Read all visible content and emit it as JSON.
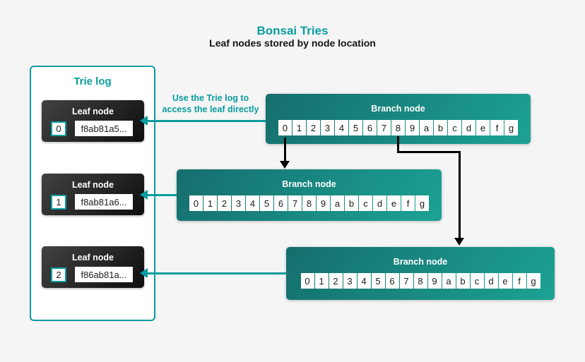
{
  "header": {
    "title": "Bonsai Tries",
    "subtitle": "Leaf nodes stored by node location"
  },
  "trie_log": {
    "title": "Trie log",
    "leaf_label": "Leaf node",
    "leaves": [
      {
        "index": "0",
        "hash": "f8ab81a5..."
      },
      {
        "index": "1",
        "hash": "f8ab81a6..."
      },
      {
        "index": "2",
        "hash": "f86ab81a..."
      }
    ]
  },
  "annotation": "Use the Trie log to access the leaf directly",
  "branches": [
    {
      "label": "Branch node",
      "cells": [
        "0",
        "1",
        "2",
        "3",
        "4",
        "5",
        "6",
        "7",
        "8",
        "9",
        "a",
        "b",
        "c",
        "d",
        "e",
        "f",
        "g"
      ]
    },
    {
      "label": "Branch node",
      "cells": [
        "0",
        "1",
        "2",
        "3",
        "4",
        "5",
        "6",
        "7",
        "8",
        "9",
        "a",
        "b",
        "c",
        "d",
        "e",
        "f",
        "g"
      ]
    },
    {
      "label": "Branch node",
      "cells": [
        "0",
        "1",
        "2",
        "3",
        "4",
        "5",
        "6",
        "7",
        "8",
        "9",
        "a",
        "b",
        "c",
        "d",
        "e",
        "f",
        "g"
      ]
    }
  ],
  "colors": {
    "accent": "#0a9c9e",
    "background": "#f5f5f6",
    "branch_top": "#156e6d",
    "branch_bottom": "#1ca294",
    "leaf_top": "#424242",
    "leaf_bottom": "#0e0e0e",
    "arrow_black": "#000000"
  }
}
